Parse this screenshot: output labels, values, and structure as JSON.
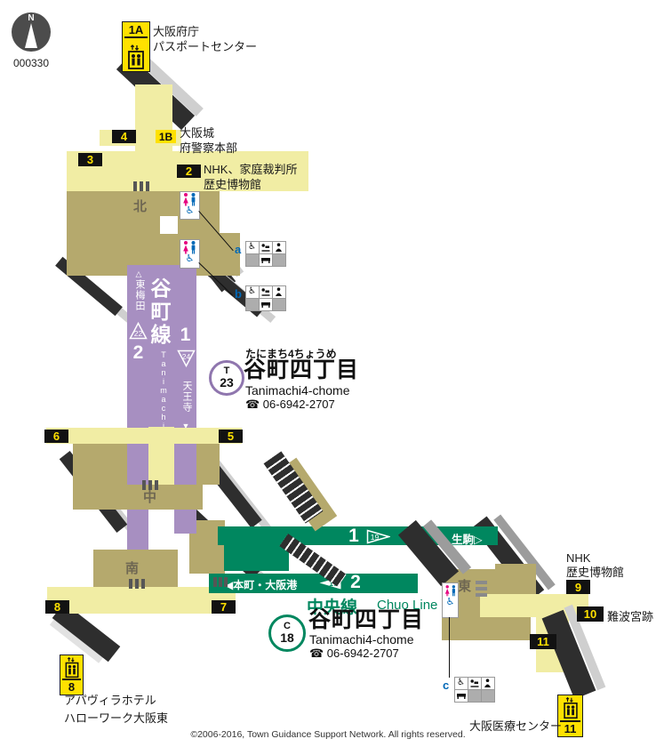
{
  "compass": {
    "letter": "N",
    "id": "000330"
  },
  "exits": {
    "n1a": "1A",
    "n1b": "1B",
    "n2": "2",
    "n3": "3",
    "n4": "4",
    "n5": "5",
    "n6": "6",
    "n7": "7",
    "n8": "8",
    "n9": "9",
    "n10": "10",
    "n11": "11"
  },
  "pois": {
    "prefectural_office": "大阪府庁",
    "passport_center": "パスポートセンター",
    "osaka_castle": "大阪城",
    "police_hq": "府警察本部",
    "nhk_court": "NHK、家庭裁判所",
    "history_museum": "歴史博物館",
    "nhk": "NHK",
    "history_museum2": "歴史博物館",
    "naniwa_palace": "難波宮跡",
    "medical_center": "大阪医療センター",
    "apa_hotel": "アパヴィラホテル",
    "hellowork": "ハローワーク大阪東"
  },
  "areas": {
    "north": "北",
    "middle": "中",
    "south": "南",
    "east": "東"
  },
  "tanimachi_line": {
    "name": "谷町線",
    "name_en": "Tanimachi Line",
    "color": "#a78fc1",
    "p1": {
      "num": "1",
      "car": "24",
      "dest": "天王寺",
      "arrow": "▼"
    },
    "p2": {
      "num": "2",
      "car": "22",
      "dest": "東梅田",
      "arrow": "△"
    }
  },
  "chuo_line": {
    "name": "中央線",
    "name_en": "Chuo Line",
    "color": "#00875f",
    "p1": {
      "num": "1",
      "car": "19",
      "dest": "生駒▷"
    },
    "p2": {
      "num": "2",
      "car": "17",
      "dest": "◀本町・大阪港"
    }
  },
  "stations": {
    "tanimachi": {
      "symbol_letter": "T",
      "symbol_number": "23",
      "kana": "たにまち4ちょうめ",
      "name": "谷町四丁目",
      "romaji": "Tanimachi4-chome",
      "tel": "☎ 06-6942-2707"
    },
    "chuo": {
      "symbol_letter": "C",
      "symbol_number": "18",
      "name": "谷町四丁目",
      "romaji": "Tanimachi4-chome",
      "tel": "☎ 06-6942-2707"
    }
  },
  "legends": {
    "a": "a",
    "b": "b",
    "c": "c"
  },
  "footer": {
    "copyright": "©2006-2016, Town Guidance Support Network. All rights reserved."
  }
}
